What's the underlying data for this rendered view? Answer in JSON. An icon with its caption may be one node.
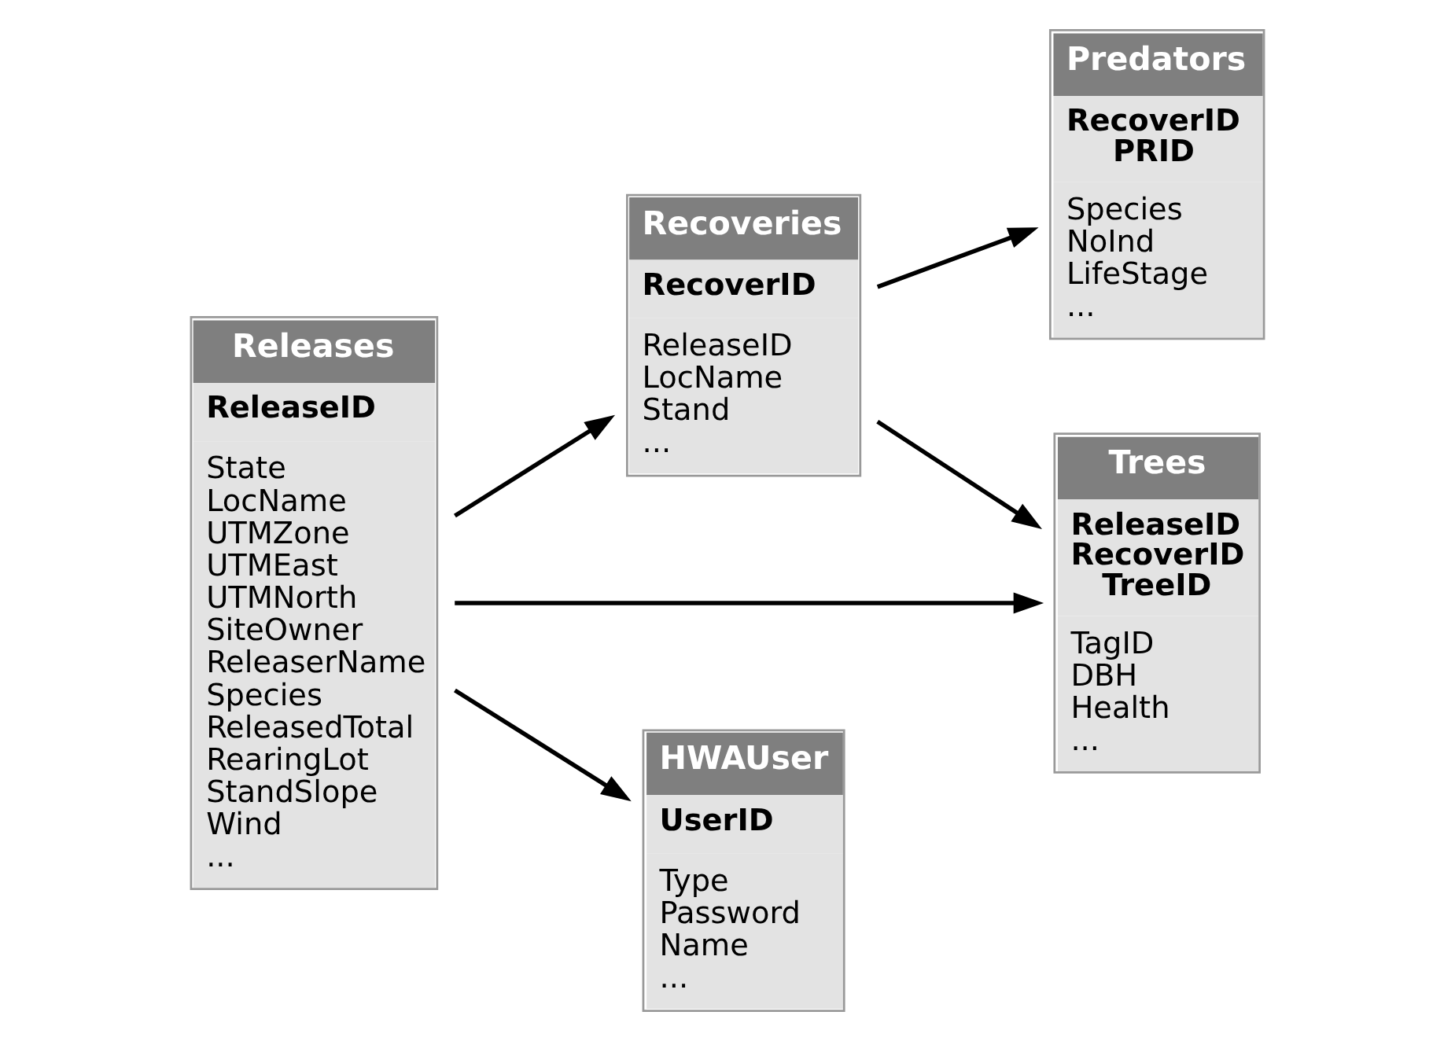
{
  "diagram": {
    "nodes": [
      {
        "text": [
          "Releases",
          "ReleaseID",
          "State",
          "LocName",
          "UTMZone",
          "UTMEast",
          "UTMNorth",
          "SiteOwner",
          "ReleaserName",
          "Species",
          "ReleasedTotal",
          "RearingLot",
          "StandSlope",
          "Wind",
          "..."
        ]
      },
      {
        "text": [
          "Recoveries",
          "RecoverID",
          "ReleaseID",
          "LocName",
          "Stand",
          "..."
        ]
      },
      {
        "text": [
          "Predators",
          "RecoverID",
          "PRID",
          "Species",
          "NoInd",
          "LifeStage",
          "..."
        ]
      },
      {
        "text": [
          "Trees",
          "ReleaseID",
          "RecoverID",
          "TreeID",
          "TagID",
          "DBH",
          "Health",
          "..."
        ]
      },
      {
        "text": [
          "HWAUser",
          "UserID",
          "Type",
          "Password",
          "Name",
          "..."
        ]
      }
    ],
    "edges": [
      {
        "from": 0,
        "to": 1,
        "arrow": "to"
      },
      {
        "from": 1,
        "to": 2,
        "arrow": "to"
      },
      {
        "from": 1,
        "to": 3,
        "arrow": "to"
      },
      {
        "from": 0,
        "to": 3,
        "arrow": "to"
      },
      {
        "from": 0,
        "to": 4,
        "arrow": "to"
      }
    ]
  }
}
